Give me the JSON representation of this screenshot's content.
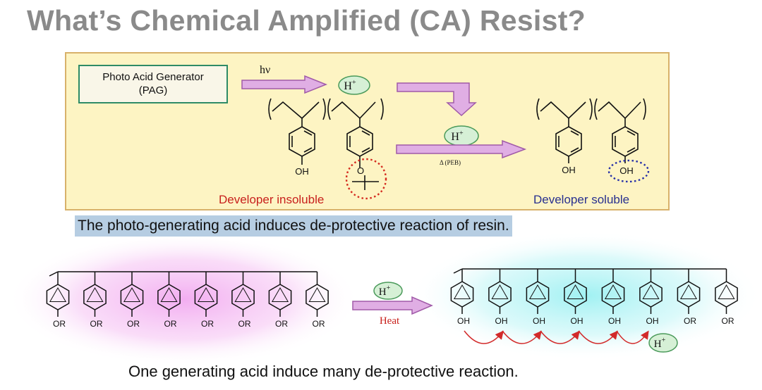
{
  "title": "What’s Chemical Amplified (CA) Resist?",
  "top_panel": {
    "pag_label_line1": "Photo Acid Generator",
    "pag_label_line2": "(PAG)",
    "light_label": "hν",
    "proton_label": "H",
    "proton_charge": "+",
    "peb_label": "Δ (PEB)",
    "left_oh": "OH",
    "left_ester_o": "O",
    "right_oh_1": "OH",
    "right_oh_2": "OH",
    "insoluble_label": "Developer insoluble",
    "soluble_label": "Developer soluble",
    "colors": {
      "panel_fill": "#fdf4c3",
      "panel_border": "#d8b16a",
      "pag_border": "#2e8b66",
      "arrow_fill": "#e0aee4",
      "arrow_stroke": "#a05aa8",
      "proton_fill": "#d6f0d6",
      "proton_stroke": "#4a9a5a",
      "insoluble_color": "#c8201c",
      "soluble_color": "#28308f"
    }
  },
  "caption1": "The photo-generating acid induces de-protective reaction of resin.",
  "bottom_panel": {
    "or_label": "OR",
    "oh_label": "OH",
    "heat_label": "Heat",
    "proton_label": "H",
    "proton_charge": "+"
  },
  "caption2": "One generating acid induce many de-protective reaction."
}
